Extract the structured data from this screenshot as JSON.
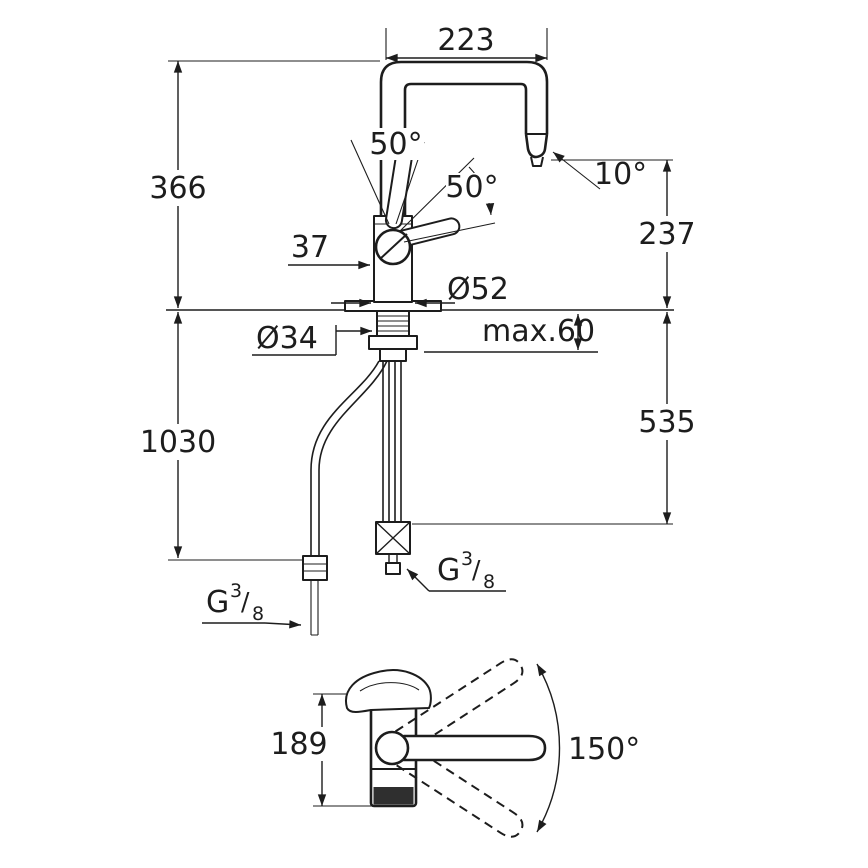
{
  "colors": {
    "ink": "#1d1d1d",
    "background": "#ffffff"
  },
  "front_view": {
    "dim_spout_reach": "223",
    "dim_height_to_counter": "366",
    "dim_spout_tip_height": "237",
    "angle_handle_open": "50°",
    "angle_handle_swing": "50°",
    "angle_spout_tip": "10°",
    "dim_handle_offset": "37",
    "dia_body": "Ø52",
    "dia_mounting_hole": "Ø34",
    "dim_max_counter_thickness": "max.60",
    "dim_hose_below_counter": "1030",
    "dim_supply_below_counter": "535",
    "thread_supply": {
      "g": "G",
      "numerator": "3",
      "slash": "/",
      "denominator": "8"
    },
    "thread_hose": {
      "g": "G",
      "numerator": "3",
      "slash": "/",
      "denominator": "8"
    }
  },
  "top_view": {
    "dim_body_depth": "189",
    "angle_spout_swivel": "150°"
  }
}
